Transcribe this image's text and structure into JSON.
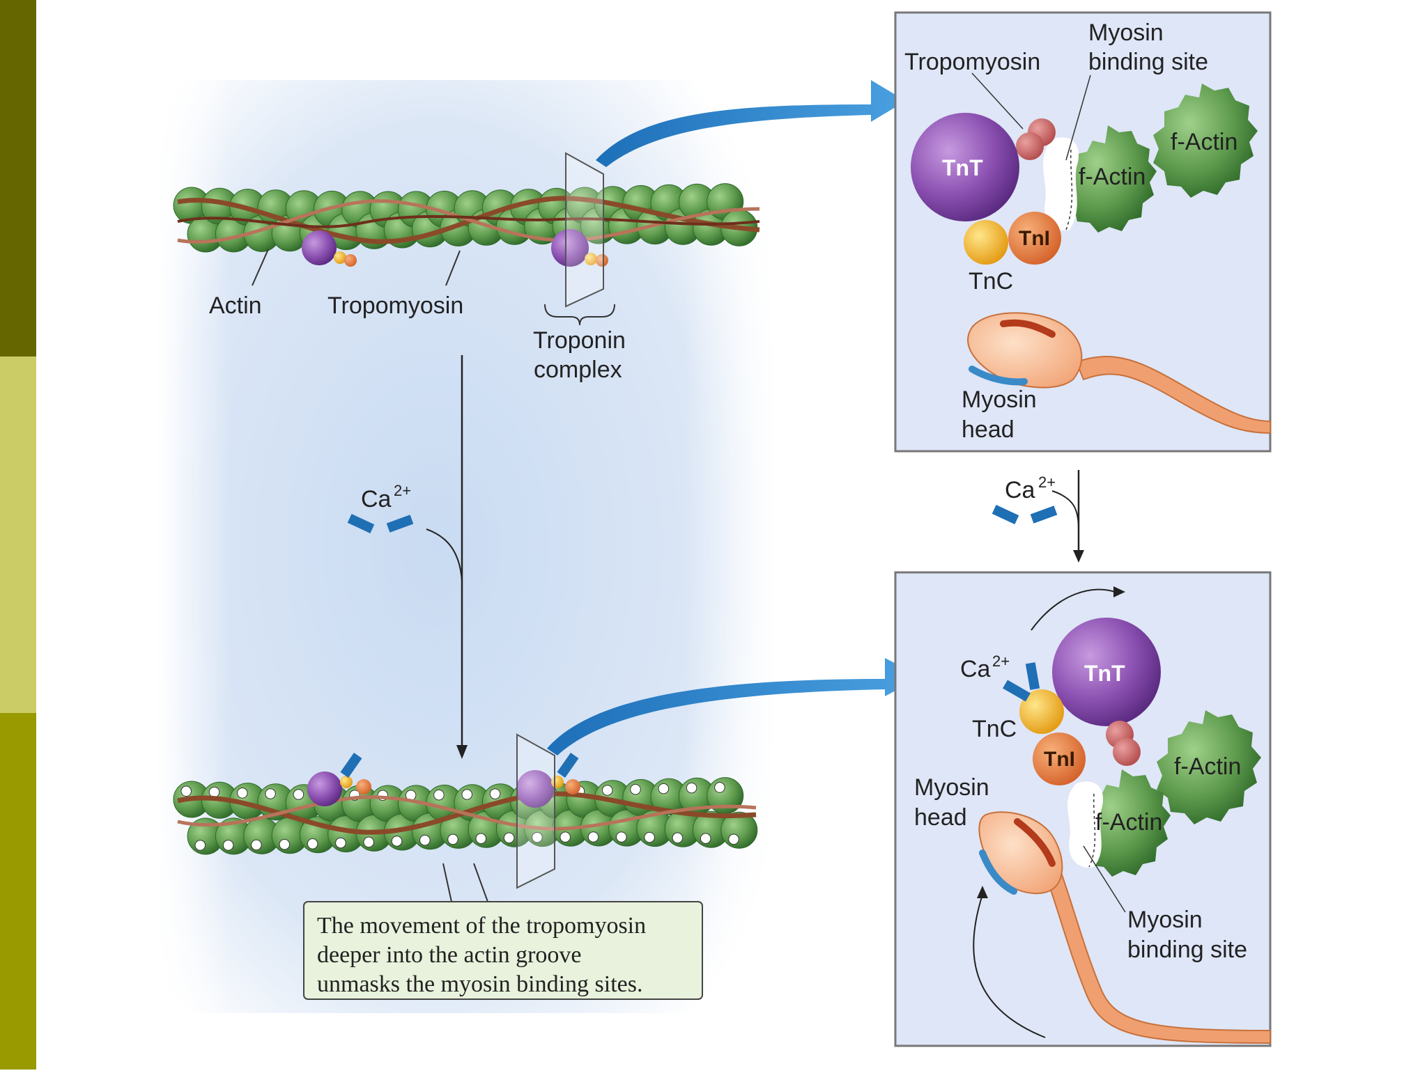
{
  "top_left": {
    "actin": "Actin",
    "tropomyosin": "Tropomyosin",
    "troponin": "Troponin",
    "complex": "complex"
  },
  "top_inset": {
    "tropomyosin": "Tropomyosin",
    "myosin": "Myosin",
    "binding_site": "binding site",
    "f_actin_1": "f-Actin",
    "f_actin_2": "f-Actin",
    "tnt": "TnT",
    "tni": "TnI",
    "tnc": "TnC",
    "myosin_head_1": "Myosin",
    "myosin_head_2": "head"
  },
  "ca_left": {
    "ca": "Ca",
    "sup": "2+"
  },
  "ca_right": {
    "ca": "Ca",
    "sup": "2+"
  },
  "bottom_inset": {
    "ca": "Ca",
    "sup": "2+",
    "tnt": "TnT",
    "tnc": "TnC",
    "tni": "TnI",
    "f_actin_1": "f-Actin",
    "f_actin_2": "f-Actin",
    "myosin_head_1": "Myosin",
    "myosin_head_2": "head",
    "binding_site_1": "Myosin",
    "binding_site_2": "binding site"
  },
  "caption": {
    "line1": "The movement of the tropomyosin",
    "line2": "deeper into the actin groove",
    "line3": "unmasks the myosin binding sites."
  },
  "colors": {
    "sidebar_top": "#666600",
    "sidebar_mid": "#cccc66",
    "sidebar_bottom": "#999900",
    "actin_green": "#5d9a4c",
    "troponin_t_purple": "#8a4fb0",
    "troponin_i_orange": "#e37b3c",
    "troponin_c_yellow": "#f5b82e",
    "calcium_blue": "#1f6fb5",
    "inset_bg": "#dfe6f7"
  }
}
